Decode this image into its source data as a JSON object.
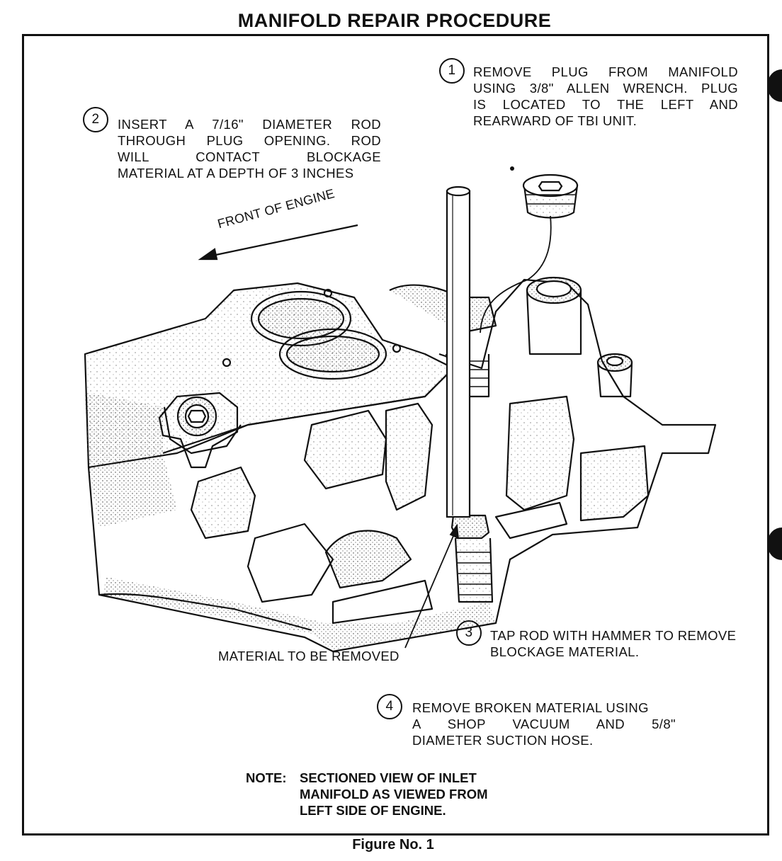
{
  "title": "MANIFOLD REPAIR PROCEDURE",
  "steps": [
    {
      "number": "1",
      "lines": [
        "REMOVE PLUG FROM MANIFOLD",
        "USING 3/8\" ALLEN WRENCH. PLUG",
        "IS LOCATED TO THE LEFT AND",
        "REARWARD OF TBI UNIT."
      ]
    },
    {
      "number": "2",
      "lines": [
        "INSERT A 7/16\" DIAMETER ROD",
        "THROUGH PLUG OPENING. ROD",
        "WILL CONTACT BLOCKAGE",
        "MATERIAL AT A DEPTH OF 3 INCHES"
      ]
    },
    {
      "number": "3",
      "lines": [
        "TAP ROD WITH HAMMER TO REMOVE",
        "BLOCKAGE MATERIAL."
      ]
    },
    {
      "number": "4",
      "lines": [
        "REMOVE BROKEN MATERIAL USING",
        "A SHOP VACUUM AND 5/8\"",
        "DIAMETER SUCTION HOSE."
      ]
    }
  ],
  "labels": {
    "front_of_engine": "FRONT OF ENGINE",
    "material_removed": "MATERIAL TO BE REMOVED"
  },
  "note": {
    "key": "NOTE:",
    "lines": [
      "SECTIONED VIEW OF INLET",
      "MANIFOLD AS VIEWED FROM",
      "LEFT SIDE OF ENGINE."
    ]
  },
  "caption": "Figure No. 1"
}
